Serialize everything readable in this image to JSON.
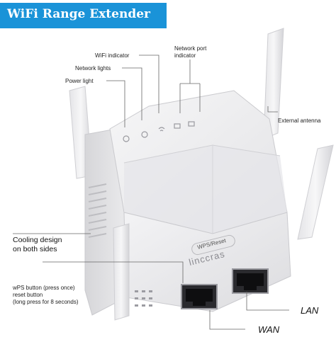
{
  "banner": {
    "title": "WiFi Range Extender",
    "color": "#1a93d8"
  },
  "device": {
    "brand": "linccras",
    "button_label": "WPS/Reset",
    "color": "#ececee"
  },
  "callouts": {
    "wifi_indicator": "WiFi indicator",
    "network_lights": "Network lights",
    "power_light": "Power light",
    "network_port_line1": "Network port",
    "network_port_line2": "indicator",
    "external_antenna": "External antenna",
    "cooling_line1": "Cooling design",
    "cooling_line2": "on both sides",
    "wps_line1": "wPS button (press once)",
    "wps_line2": "reset button",
    "wps_line3": "(long press for 8 seconds)",
    "lan": "LAN",
    "wan": "WAN"
  }
}
